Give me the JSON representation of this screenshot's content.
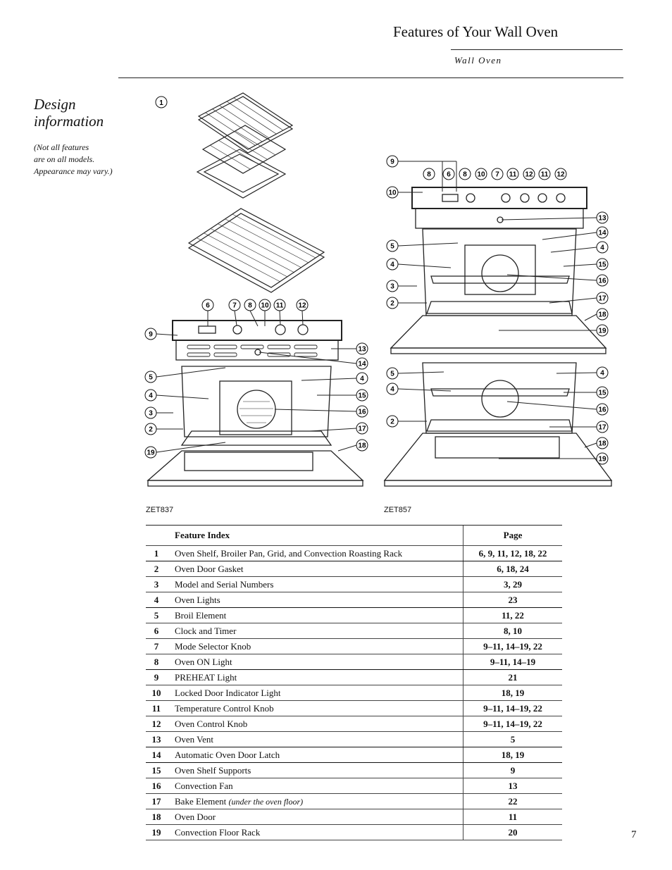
{
  "header": {
    "title": "Features of Your Wall Oven",
    "subtitle": "Wall Oven"
  },
  "sidebar": {
    "heading_line1": "Design",
    "heading_line2": "information",
    "note_line1": "(Not all features",
    "note_line2": "are on all models.",
    "note_line3": "Appearance may vary.)"
  },
  "figures": {
    "accessories_callout": "1",
    "single_model": "ZET837",
    "double_model": "ZET857",
    "single_top_callouts": [
      "6",
      "7",
      "8",
      "10",
      "11",
      "12"
    ],
    "single_left_callouts": [
      "9",
      "5",
      "4",
      "3",
      "2",
      "19"
    ],
    "single_right_callouts": [
      "13",
      "14",
      "4",
      "15",
      "16",
      "17",
      "18"
    ],
    "double_top_callouts": [
      "8",
      "6",
      "8",
      "10",
      "7",
      "11",
      "12",
      "11",
      "12"
    ],
    "double_top_extra": [
      "9",
      "10"
    ],
    "double_left_upper": [
      "5",
      "4",
      "3",
      "2"
    ],
    "double_right_upper": [
      "13",
      "14",
      "4",
      "15",
      "16",
      "17",
      "18",
      "19"
    ],
    "double_left_lower": [
      "5",
      "4",
      "2"
    ],
    "double_right_lower": [
      "4",
      "15",
      "16",
      "17",
      "18",
      "19"
    ]
  },
  "table": {
    "col_feature": "Feature Index",
    "col_page": "Page",
    "rows": [
      {
        "num": "1",
        "feature": "Oven Shelf, Broiler Pan, Grid, and Convection Roasting Rack",
        "page": "6, 9, 11, 12, 18, 22"
      },
      {
        "num": "2",
        "feature": "Oven Door Gasket",
        "page": "6, 18, 24"
      },
      {
        "num": "3",
        "feature": "Model and Serial Numbers",
        "page": "3, 29"
      },
      {
        "num": "4",
        "feature": "Oven Lights",
        "page": "23"
      },
      {
        "num": "5",
        "feature": "Broil Element",
        "page": "11, 22"
      },
      {
        "num": "6",
        "feature": "Clock and Timer",
        "page": "8, 10"
      },
      {
        "num": "7",
        "feature": "Mode Selector Knob",
        "page": "9–11, 14–19, 22"
      },
      {
        "num": "8",
        "feature": "Oven ON Light",
        "page": "9–11, 14–19"
      },
      {
        "num": "9",
        "feature": "PREHEAT Light",
        "page": "21"
      },
      {
        "num": "10",
        "feature": "Locked Door Indicator Light",
        "page": "18, 19"
      },
      {
        "num": "11",
        "feature": "Temperature Control Knob",
        "page": "9–11, 14–19, 22"
      },
      {
        "num": "12",
        "feature": "Oven Control Knob",
        "page": "9–11, 14–19, 22"
      },
      {
        "num": "13",
        "feature": "Oven Vent",
        "page": "5"
      },
      {
        "num": "14",
        "feature": "Automatic Oven Door Latch",
        "page": "18, 19"
      },
      {
        "num": "15",
        "feature": "Oven Shelf Supports",
        "page": "9"
      },
      {
        "num": "16",
        "feature": "Convection Fan",
        "page": "13"
      },
      {
        "num": "17",
        "feature": "Bake Element",
        "feature_note": "(under the oven floor)",
        "page": "22"
      },
      {
        "num": "18",
        "feature": "Oven Door",
        "page": "11"
      },
      {
        "num": "19",
        "feature": "Convection Floor Rack",
        "page": "20"
      }
    ]
  },
  "page_number": "7"
}
